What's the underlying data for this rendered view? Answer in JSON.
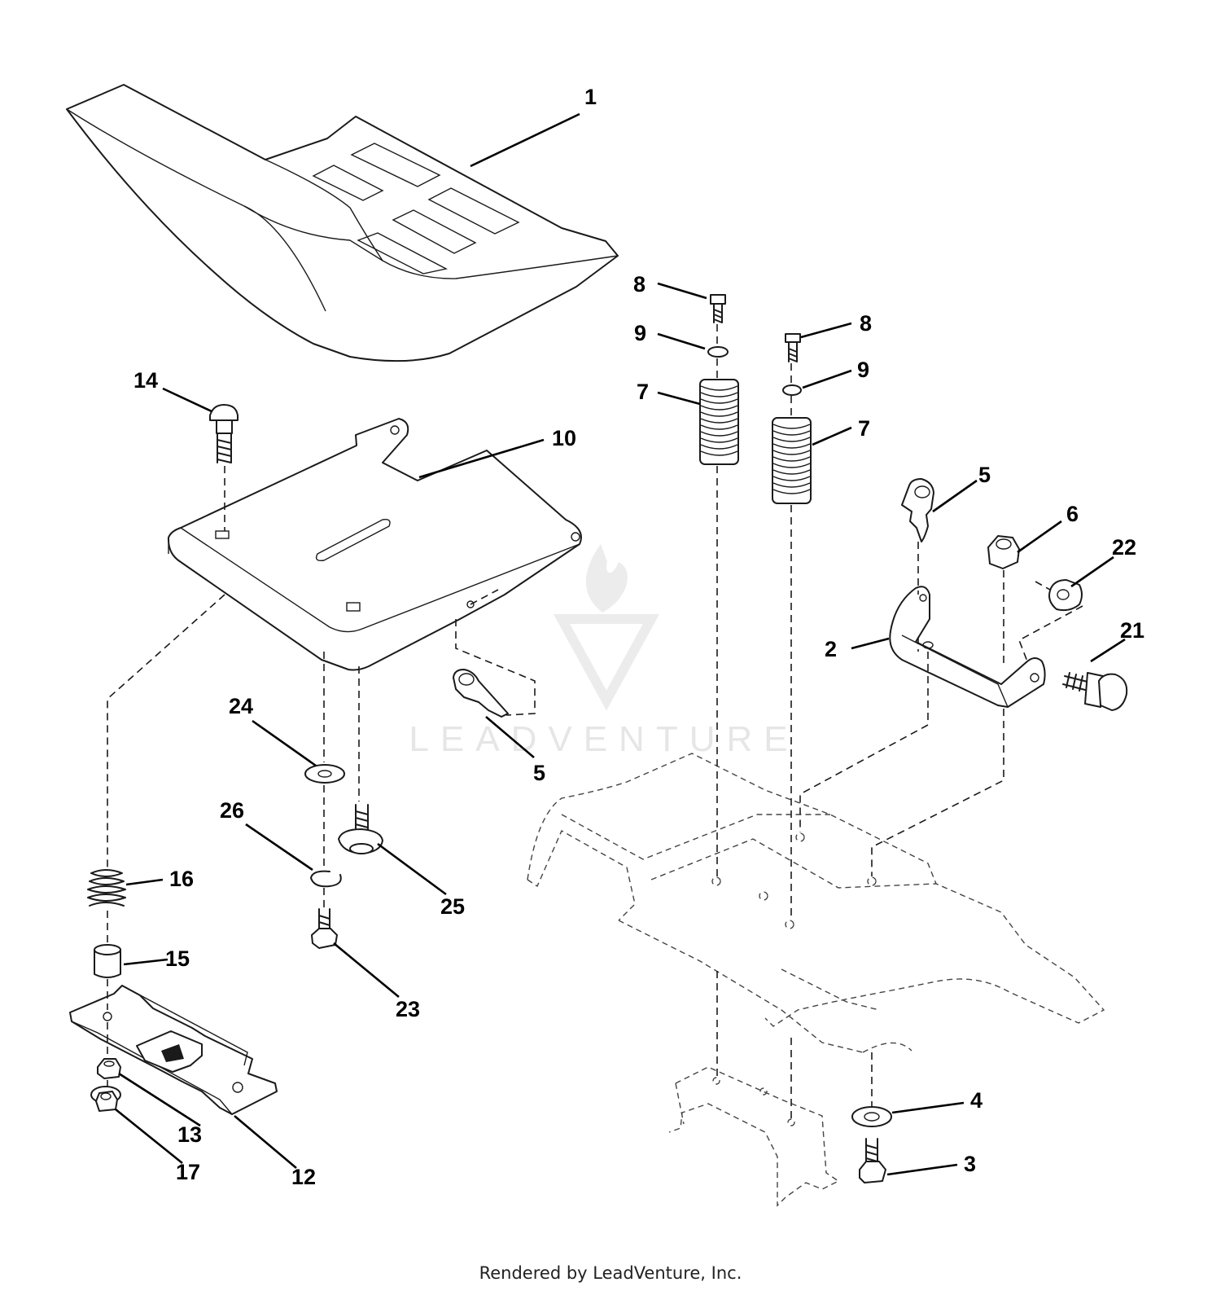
{
  "watermark": {
    "text": "LEADVENTURE"
  },
  "footer": {
    "text": "Rendered by LeadVenture, Inc."
  },
  "callouts": [
    "1",
    "8",
    "9",
    "7",
    "8",
    "9",
    "7",
    "14",
    "10",
    "5",
    "6",
    "22",
    "2",
    "21",
    "24",
    "5",
    "26",
    "25",
    "16",
    "15",
    "23",
    "13",
    "17",
    "12",
    "4",
    "3"
  ]
}
